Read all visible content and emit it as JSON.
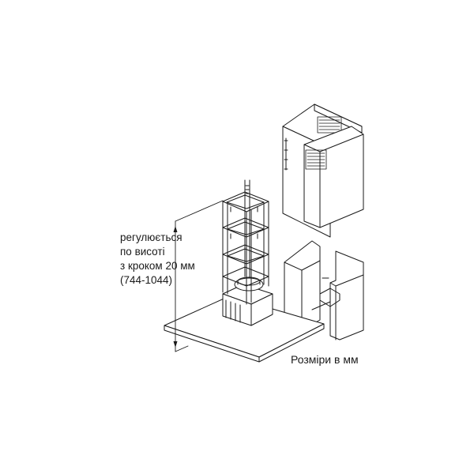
{
  "annotation": {
    "lines": [
      "регулюється",
      "по висоті",
      "з кроком 20 мм",
      "(744-1044)"
    ]
  },
  "units_note": "Розміри в мм",
  "colors": {
    "line": "#1a1a1a",
    "panel_fill": "#ffffff"
  }
}
